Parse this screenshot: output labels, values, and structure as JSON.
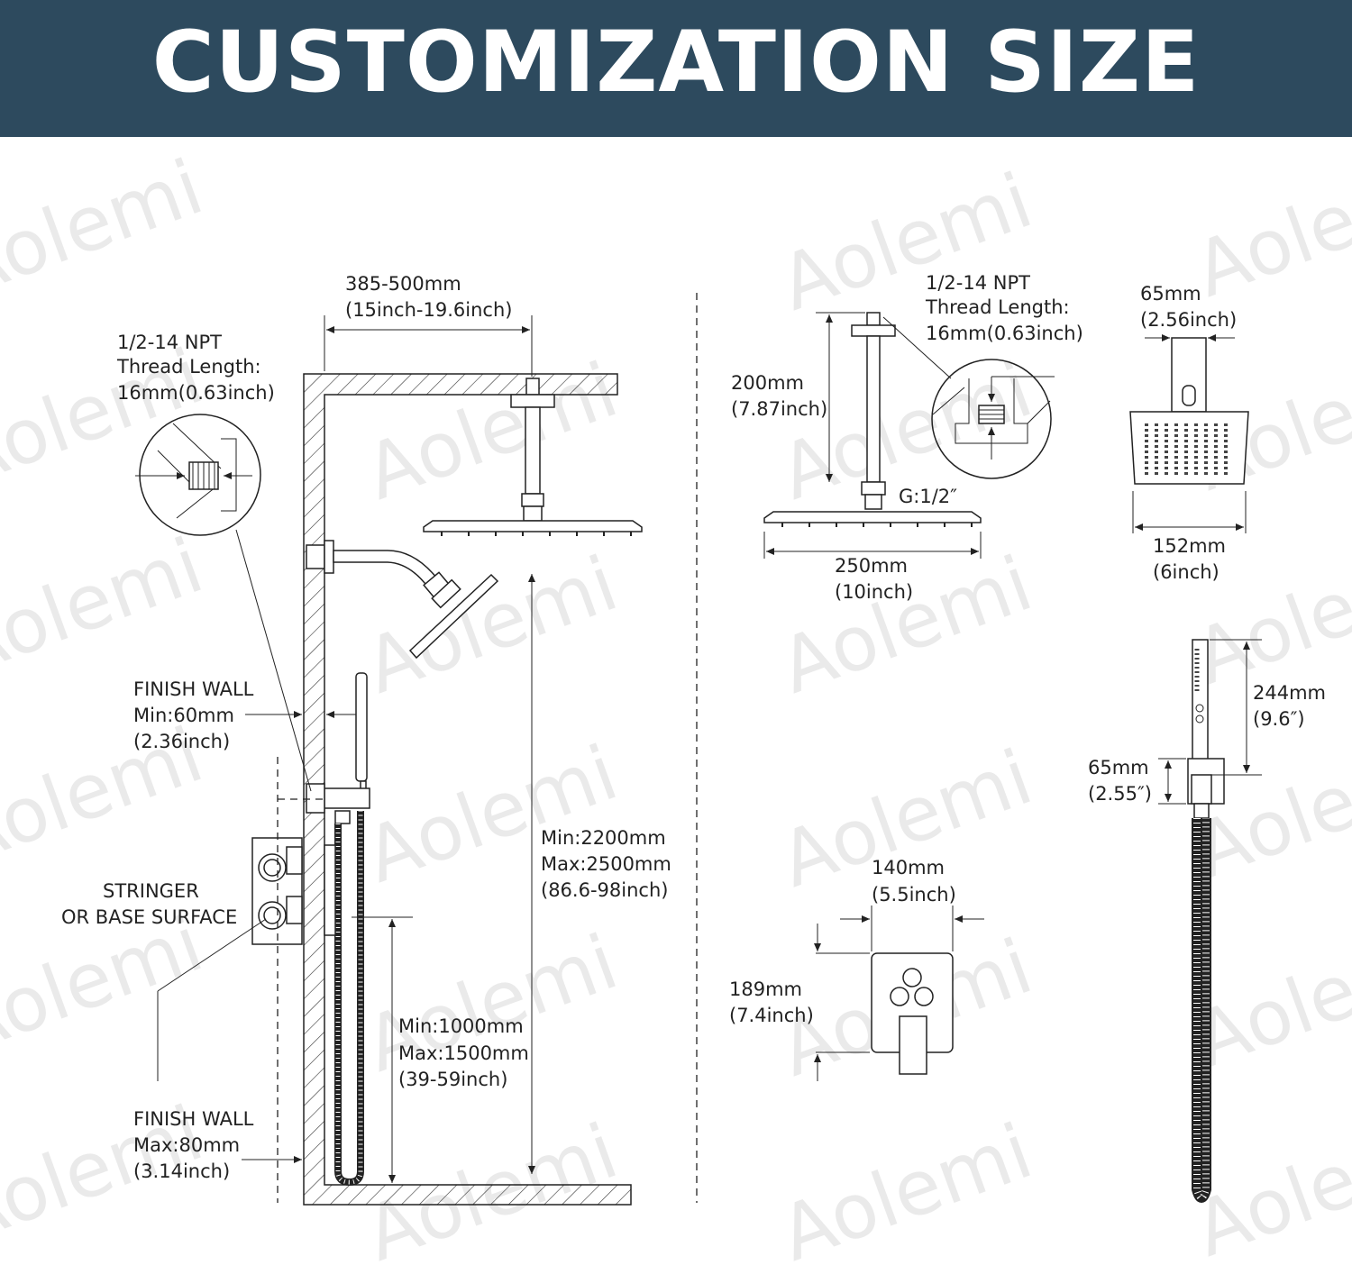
{
  "header": {
    "title": "CUSTOMIZATION SIZE",
    "background_color": "#2d4a5e"
  },
  "watermark": "Aolemi",
  "left_diagram": {
    "arm_width": [
      "385-500mm",
      "(15inch-19.6inch)"
    ],
    "thread": [
      "1/2-14 NPT",
      "Thread Length:",
      "16mm(0.63inch)"
    ],
    "finish_wall_min": [
      "FINISH WALL",
      "Min:60mm",
      "(2.36inch)"
    ],
    "stringer": [
      "STRINGER",
      "OR BASE SURFACE"
    ],
    "finish_wall_max": [
      "FINISH WALL",
      "Max:80mm",
      "(3.14inch)"
    ],
    "head_height": [
      "Min:2200mm",
      "Max:2500mm",
      "(86.6-98inch)"
    ],
    "valve_height": [
      "Min:1000mm",
      "Max:1500mm",
      "(39-59inch)"
    ]
  },
  "right_diagram": {
    "thread": [
      "1/2-14 NPT",
      "Thread Length:",
      "16mm(0.63inch)"
    ],
    "arm_length": [
      "200mm",
      "(7.87inch)"
    ],
    "connector": "G:1/2″",
    "round_head_width": [
      "250mm",
      "(10inch)"
    ],
    "square_arm_width": [
      "65mm",
      "(2.56inch)"
    ],
    "square_head_width": [
      "152mm",
      "(6inch)"
    ],
    "handheld_length": [
      "244mm",
      "(9.6″)"
    ],
    "holder_height": [
      "65mm",
      "(2.55″)"
    ],
    "trim_width": [
      "140mm",
      "(5.5inch)"
    ],
    "trim_height": [
      "189mm",
      "(7.4inch)"
    ]
  }
}
